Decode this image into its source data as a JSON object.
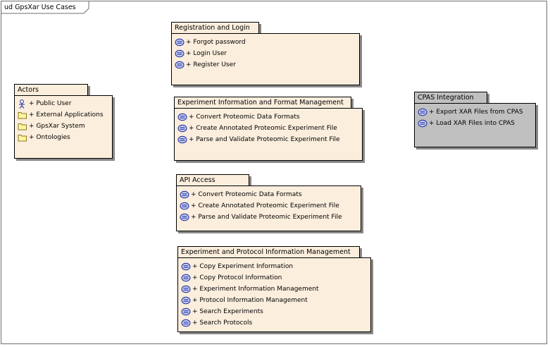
{
  "diagram": {
    "frame_label": "ud GpsXar Use Cases",
    "packages": [
      {
        "id": "registration",
        "title": "Registration and Login",
        "items": [
          {
            "label": "+ Forgot password",
            "icon": "use-case-icon"
          },
          {
            "label": "+ Login User",
            "icon": "use-case-icon"
          },
          {
            "label": "+ Register User",
            "icon": "use-case-icon"
          }
        ]
      },
      {
        "id": "actors",
        "title": "Actors",
        "items": [
          {
            "label": "+ Public User",
            "icon": "actor-icon"
          },
          {
            "label": "+ External Applications",
            "icon": "folder-icon"
          },
          {
            "label": "+ GpsXar System",
            "icon": "folder-icon"
          },
          {
            "label": "+ Ontologies",
            "icon": "folder-icon"
          }
        ]
      },
      {
        "id": "experiment-format",
        "title": "Experiment Information and Format Management",
        "items": [
          {
            "label": "+ Convert Proteomic Data Formats",
            "icon": "use-case-icon"
          },
          {
            "label": "+ Create Annotated Proteomic Experiment File",
            "icon": "use-case-icon"
          },
          {
            "label": "+ Parse and Validate Proteomic Experiment File",
            "icon": "use-case-icon"
          }
        ]
      },
      {
        "id": "cpas",
        "title": "CPAS Integration",
        "items": [
          {
            "label": "+ Export XAR Files from CPAS",
            "icon": "use-case-icon"
          },
          {
            "label": "+ Load XAR Files into CPAS",
            "icon": "use-case-icon"
          }
        ]
      },
      {
        "id": "api",
        "title": "API Access",
        "items": [
          {
            "label": "+ Convert Proteomic Data Formats",
            "icon": "use-case-icon"
          },
          {
            "label": "+ Create Annotated Proteomic Experiment File",
            "icon": "use-case-icon"
          },
          {
            "label": "+ Parse and Validate Proteomic Experiment File",
            "icon": "use-case-icon"
          }
        ]
      },
      {
        "id": "protocol",
        "title": "Experiment and Protocol Information Management",
        "items": [
          {
            "label": "+ Copy Experiment Information",
            "icon": "use-case-icon"
          },
          {
            "label": "+ Copy Protocol Information",
            "icon": "use-case-icon"
          },
          {
            "label": "+ Experiment Information Management",
            "icon": "use-case-icon"
          },
          {
            "label": "+ Protocol Information Management",
            "icon": "use-case-icon"
          },
          {
            "label": "+ Search Experiments",
            "icon": "use-case-icon"
          },
          {
            "label": "+ Search Protocols",
            "icon": "use-case-icon"
          }
        ]
      }
    ]
  },
  "colors": {
    "package_fill": "#fbeedd",
    "package_gray_fill": "#c0c0c0",
    "use_case_fill": "#c8cdf2",
    "folder_fill": "#fff4a0"
  }
}
